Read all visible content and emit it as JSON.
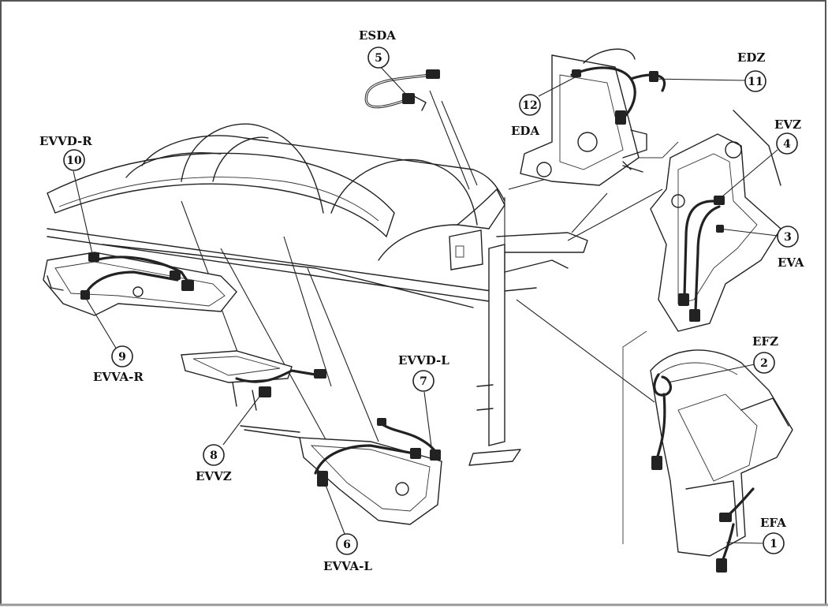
{
  "callouts": [
    {
      "num": "1",
      "label": "EFA"
    },
    {
      "num": "2",
      "label": "EFZ"
    },
    {
      "num": "3",
      "label": "EVA"
    },
    {
      "num": "4",
      "label": "EVZ"
    },
    {
      "num": "5",
      "label": "ESDA"
    },
    {
      "num": "6",
      "label": "EVVA-L"
    },
    {
      "num": "7",
      "label": "EVVD-L"
    },
    {
      "num": "8",
      "label": "EVVZ"
    },
    {
      "num": "9",
      "label": "EVVA-R"
    },
    {
      "num": "10",
      "label": "EVVD-R"
    },
    {
      "num": "11",
      "label": "EDZ"
    },
    {
      "num": "12",
      "label": "EDA"
    }
  ],
  "colors": {
    "line": "#222222",
    "background": "#ffffff",
    "border": "#333333"
  }
}
